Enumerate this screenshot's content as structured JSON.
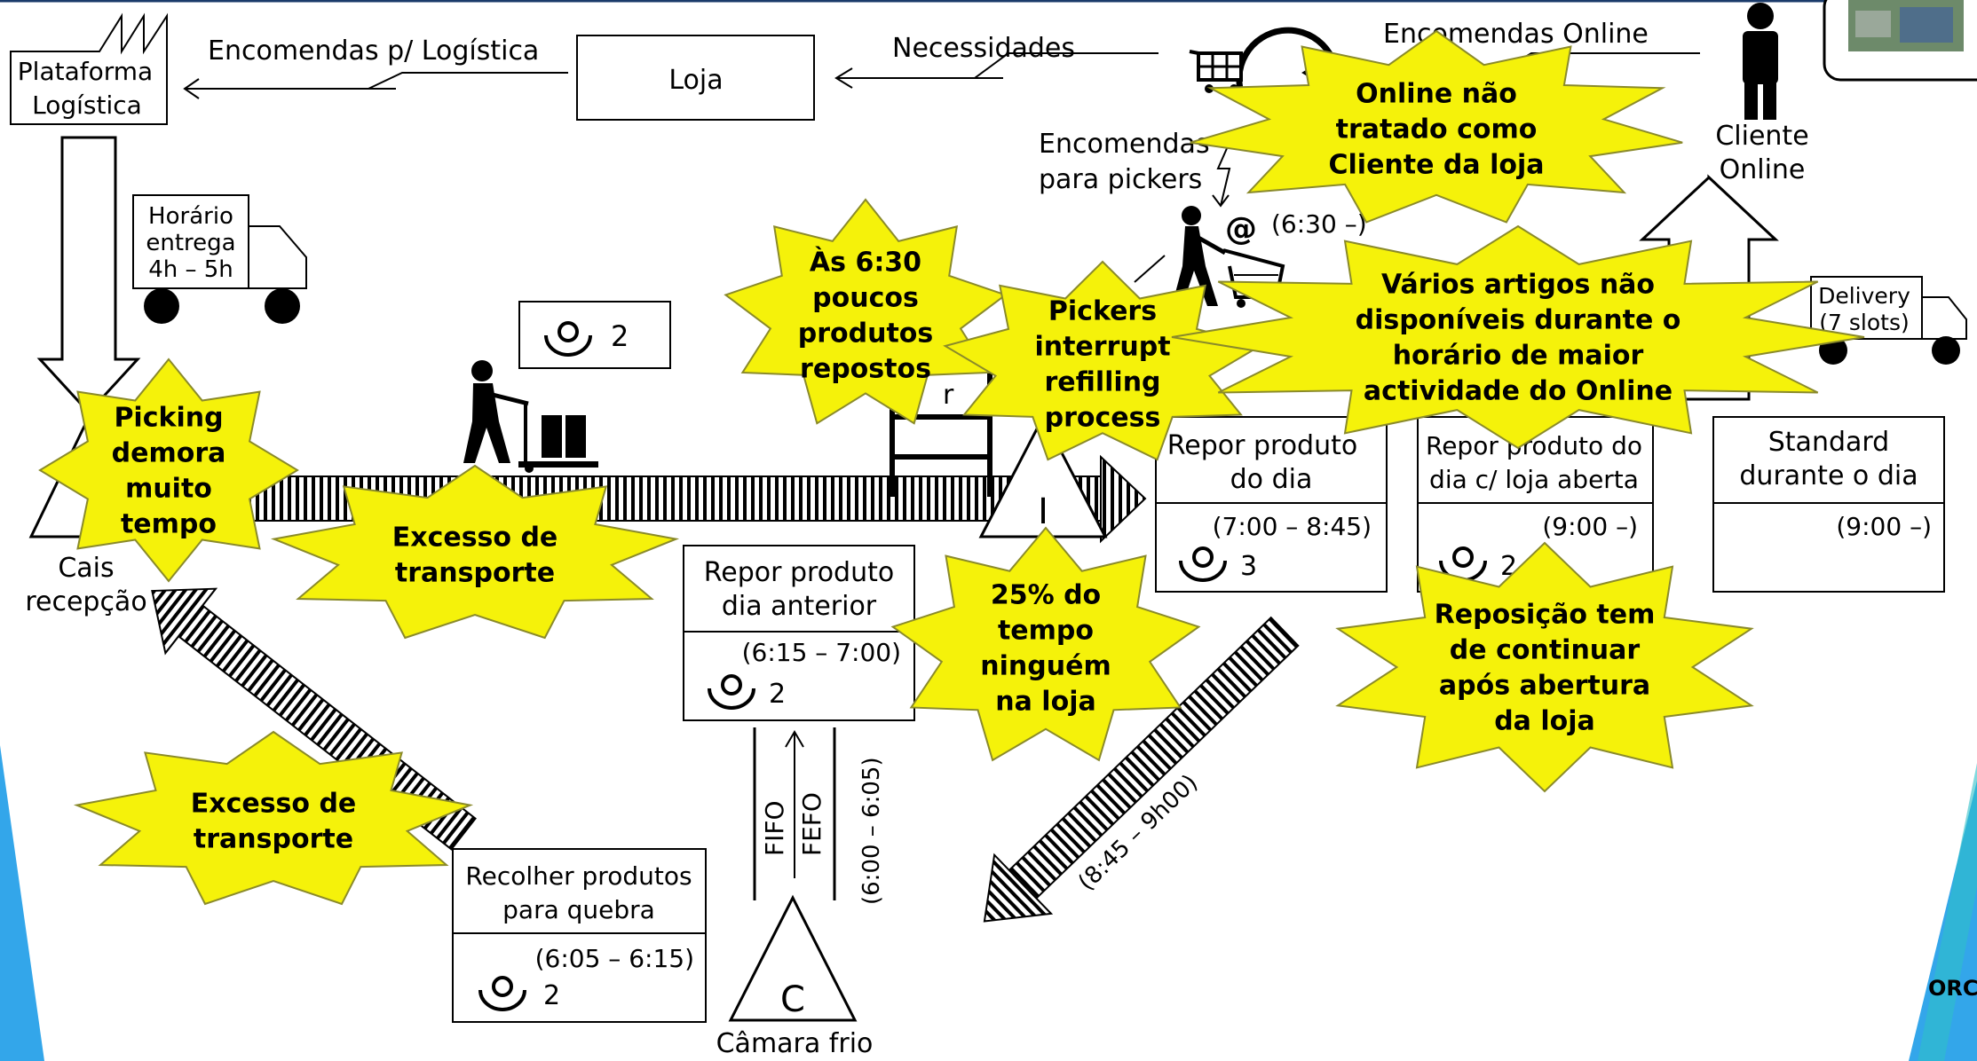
{
  "colors": {
    "burst_fill": "#f5f20a",
    "burst_stroke": "#8a8a2a",
    "line": "#000000",
    "accent_blue": "#33a6ea",
    "accent_teal": "#2ec0c8"
  },
  "nodes": {
    "plataforma": {
      "line1": "Plataforma",
      "line2": "Logística"
    },
    "loja": "Loja",
    "cliente": {
      "line1": "Cliente",
      "line2": "Online"
    },
    "cais": {
      "line1": "Cais",
      "line2": "recepção"
    },
    "horario": {
      "line1": "Horário",
      "line2": "entrega",
      "line3": "4h – 5h"
    },
    "delivery": {
      "line1": "Delivery",
      "line2": "(7 slots)"
    },
    "camara": {
      "letter": "C",
      "label": "Câmara frio"
    },
    "inventory_i": "I",
    "operator_small": {
      "count": "2"
    },
    "picker_time": "(6:30 –)",
    "picker_at": "@",
    "shelf_partial": "r"
  },
  "flows": {
    "encomendas_logistica": "Encomendas p/ Logística",
    "necessidades": "Necessidades",
    "encomendas_online": "Encomendas Online",
    "encomendas_pickers": {
      "line1": "Encomendas",
      "line2": "para pickers"
    },
    "fifo": "FIFO",
    "fefo": "FEFO",
    "fifo_time": "(6:00 – 6:05)",
    "diagonal_time": "(8:45 – 9h00)"
  },
  "processes": [
    {
      "id": "recolher",
      "title1": "Recolher produtos",
      "title2": "para quebra",
      "time": "(6:05 – 6:15)",
      "operators": "2"
    },
    {
      "id": "dia-anterior",
      "title1": "Repor produto",
      "title2": "dia anterior",
      "time": "(6:15 – 7:00)",
      "operators": "2"
    },
    {
      "id": "do-dia",
      "title1": "Repor produto",
      "title2": "do dia",
      "time": "(7:00 – 8:45)",
      "operators": "3"
    },
    {
      "id": "loja-aberta",
      "title1": "Repor produto do",
      "title2": "dia c/ loja aberta",
      "time": "(9:00 –)",
      "operators": "2"
    },
    {
      "id": "standard",
      "title1": "Standard",
      "title2": "durante o dia",
      "time": "(9:00 –)",
      "operators": ""
    }
  ],
  "bursts": [
    {
      "id": "picking",
      "lines": [
        "Picking",
        "demora",
        "muito",
        "tempo"
      ]
    },
    {
      "id": "excesso-1",
      "lines": [
        "Excesso de",
        "transporte"
      ]
    },
    {
      "id": "excesso-2",
      "lines": [
        "Excesso de",
        "transporte"
      ]
    },
    {
      "id": "as-630",
      "lines": [
        "Às 6:30",
        "poucos",
        "produtos",
        "repostos"
      ]
    },
    {
      "id": "pickers",
      "lines": [
        "Pickers",
        "interrupt",
        "refilling",
        "process"
      ]
    },
    {
      "id": "online",
      "lines": [
        "Online não",
        "tratado como",
        "Cliente da loja"
      ]
    },
    {
      "id": "varios",
      "lines": [
        "Vários artigos não",
        "disponíveis durante o",
        "horário de maior",
        "actividade do Online"
      ]
    },
    {
      "id": "tempo",
      "lines": [
        "25% do",
        "tempo",
        "ninguém",
        "na loja"
      ]
    },
    {
      "id": "reposicao",
      "lines": [
        "Reposição tem",
        "de continuar",
        "após abertura",
        "da loja"
      ]
    }
  ],
  "corner_text": "ORC"
}
